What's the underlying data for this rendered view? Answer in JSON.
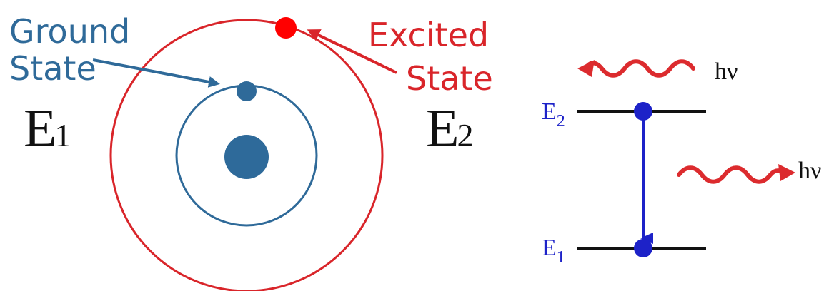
{
  "bohr_model": {
    "ground_label_line1": "Ground",
    "ground_label_line2": "State",
    "excited_label_line1": "Excited",
    "excited_label_line2": "State",
    "e1_main": "E",
    "e1_sub": "1",
    "e2_main": "E",
    "e2_sub": "2"
  },
  "energy_diagram": {
    "e2_main": "E",
    "e2_sub": "2",
    "e1_main": "E",
    "e1_sub": "1",
    "photon_top_label": "hν",
    "photon_right_label": "hν"
  },
  "colors": {
    "ground": "#2f6a99",
    "nucleus": "#2e6a9a",
    "excited": "#d9252a",
    "level_line": "#111111",
    "transition": "#1d22c8",
    "photon": "#dc2b2e"
  }
}
